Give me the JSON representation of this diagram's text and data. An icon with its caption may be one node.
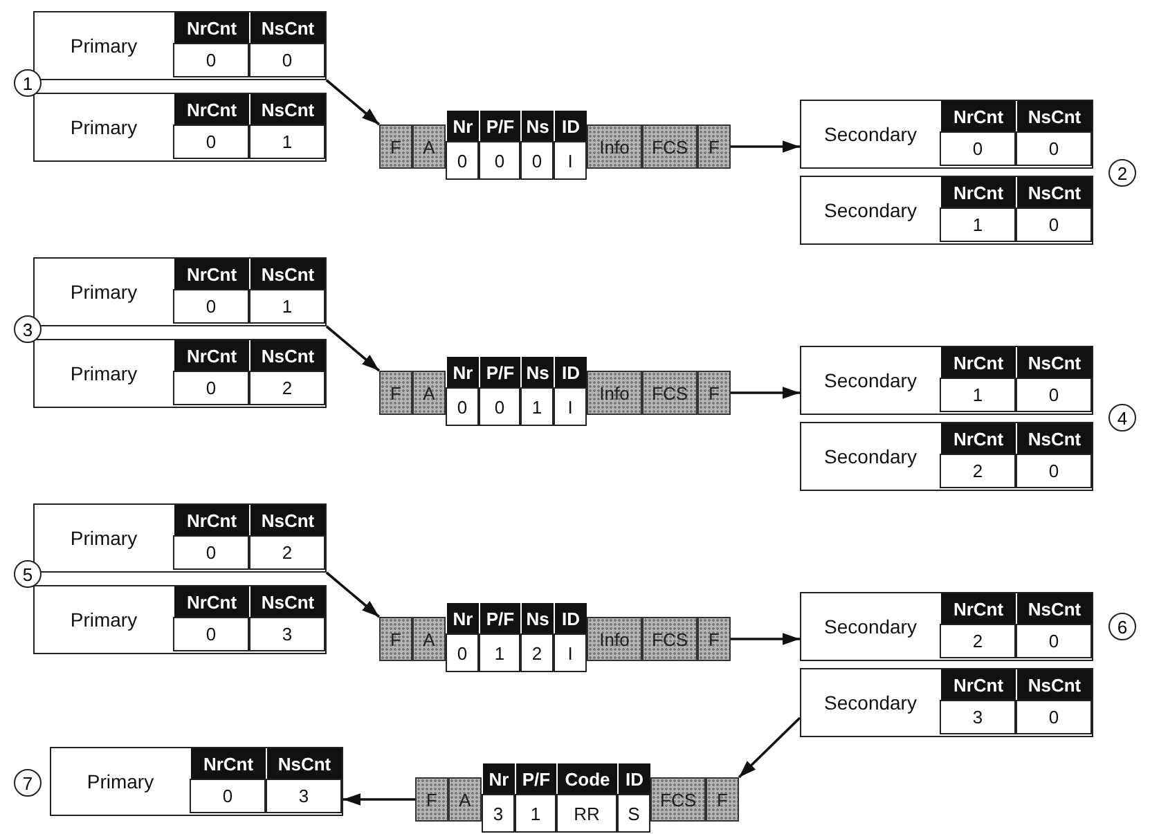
{
  "diagram": {
    "nodes": [
      {
        "text": [
          "Primary",
          "NrCnt",
          "NsCnt",
          "0",
          "0"
        ]
      },
      {
        "text": [
          "Primary",
          "NrCnt",
          "NsCnt",
          "0",
          "1"
        ]
      },
      {
        "text": [
          "F",
          "A",
          "Nr",
          "P/F",
          "Ns",
          "ID",
          "0",
          "0",
          "0",
          "I",
          "Info",
          "FCS",
          "F"
        ]
      },
      {
        "text": [
          "Secondary",
          "NrCnt",
          "NsCnt",
          "0",
          "0"
        ]
      },
      {
        "text": [
          "Secondary",
          "NrCnt",
          "NsCnt",
          "1",
          "0"
        ]
      },
      {
        "text": [
          "Primary",
          "NrCnt",
          "NsCnt",
          "0",
          "1"
        ]
      },
      {
        "text": [
          "Primary",
          "NrCnt",
          "NsCnt",
          "0",
          "2"
        ]
      },
      {
        "text": [
          "F",
          "A",
          "Nr",
          "P/F",
          "Ns",
          "ID",
          "0",
          "0",
          "1",
          "I",
          "Info",
          "FCS",
          "F"
        ]
      },
      {
        "text": [
          "Secondary",
          "NrCnt",
          "NsCnt",
          "1",
          "0"
        ]
      },
      {
        "text": [
          "Secondary",
          "NrCnt",
          "NsCnt",
          "2",
          "0"
        ]
      },
      {
        "text": [
          "Primary",
          "NrCnt",
          "NsCnt",
          "0",
          "2"
        ]
      },
      {
        "text": [
          "Primary",
          "NrCnt",
          "NsCnt",
          "0",
          "3"
        ]
      },
      {
        "text": [
          "F",
          "A",
          "Nr",
          "P/F",
          "Ns",
          "ID",
          "0",
          "1",
          "2",
          "I",
          "Info",
          "FCS",
          "F"
        ]
      },
      {
        "text": [
          "Secondary",
          "NrCnt",
          "NsCnt",
          "2",
          "0"
        ]
      },
      {
        "text": [
          "Secondary",
          "NrCnt",
          "NsCnt",
          "3",
          "0"
        ]
      },
      {
        "text": [
          "Primary",
          "NrCnt",
          "NsCnt",
          "0",
          "3"
        ]
      },
      {
        "text": [
          "F",
          "A",
          "Nr",
          "P/F",
          "Code",
          "ID",
          "3",
          "1",
          "RR",
          "S",
          "FCS",
          "F"
        ]
      }
    ],
    "edges": [
      {
        "from": 0,
        "to": 2,
        "arrow": "to"
      },
      {
        "from": 2,
        "to": 3,
        "arrow": "to"
      },
      {
        "from": 5,
        "to": 7,
        "arrow": "to"
      },
      {
        "from": 7,
        "to": 8,
        "arrow": "to"
      },
      {
        "from": 10,
        "to": 12,
        "arrow": "to"
      },
      {
        "from": 12,
        "to": 13,
        "arrow": "to"
      },
      {
        "from": 14,
        "to": 16,
        "arrow": "to"
      },
      {
        "from": 16,
        "to": 15,
        "arrow": "to"
      }
    ],
    "labels": [
      "1",
      "2",
      "3",
      "4",
      "5",
      "6",
      "7"
    ]
  }
}
